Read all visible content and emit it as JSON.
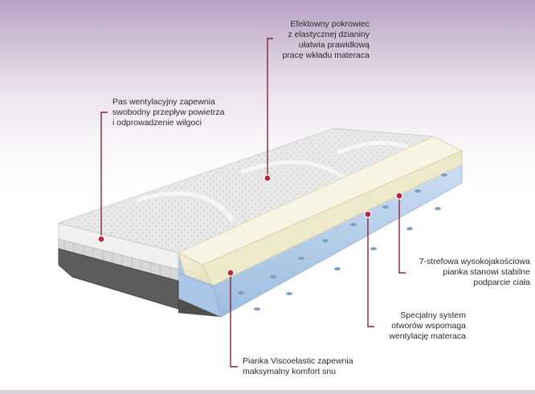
{
  "callouts": [
    {
      "id": "cover",
      "text": "Efektowny pokrowiec\nz elastycznej dzianiny\nułatwia prawidłową\npracę wkładu materaca"
    },
    {
      "id": "vent",
      "text": "Pas wentylacyjny zapewnia\nswobodny przepływ powietrza\ni odprowadzenie wilgoci"
    },
    {
      "id": "zones",
      "text": "7-strefowa wysokojakościowa\npianka stanowi stabilne\npodparcie ciała"
    },
    {
      "id": "holes",
      "text": "Specjalny system\notworów wspomaga\nwentylację materaca"
    },
    {
      "id": "visco",
      "text": "Pianka Viscoelastic zapewnia\nmaksymalny komfort snu"
    }
  ],
  "colors": {
    "callout_line": "#8c2237",
    "callout_dot": "#b5293f",
    "foam_blue": "#b9d3ee",
    "visco_cream": "#f1ecd2",
    "cover_white": "#ececec"
  }
}
